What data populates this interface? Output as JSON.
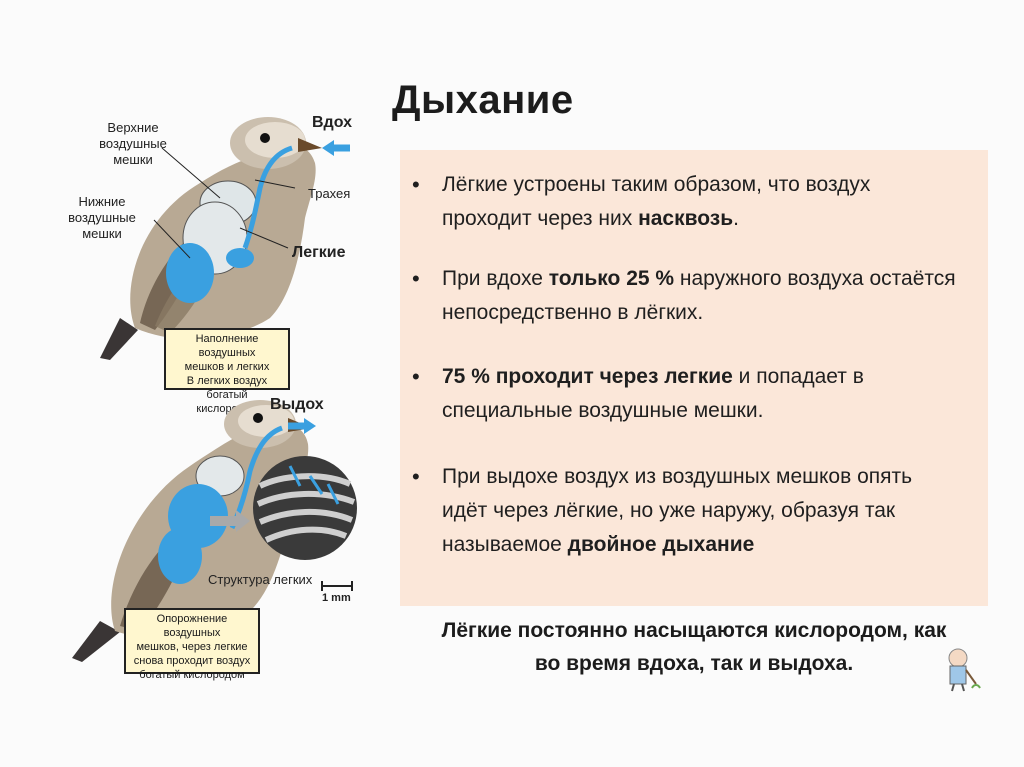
{
  "slide": {
    "title": "Дыхание",
    "bullets": [
      {
        "parts": [
          {
            "t": "Лёгкие устроены таким образом, что воздух ",
            "b": false
          },
          {
            "t": "проходит через них ",
            "b": false
          },
          {
            "t": "насквозь",
            "b": true
          },
          {
            "t": ".",
            "b": false
          }
        ]
      },
      {
        "parts": [
          {
            "t": "При вдохе ",
            "b": false
          },
          {
            "t": "только 25 %",
            "b": true
          },
          {
            "t": " наружного воздуха остаётся непосредственно в лёгких.",
            "b": false
          }
        ]
      },
      {
        "parts": [
          {
            "t": " ",
            "b": false
          },
          {
            "t": "75 % проходит через легкие",
            "b": true
          },
          {
            "t": " и попадает в специальные воздушные мешки.",
            "b": false
          }
        ]
      },
      {
        "parts": [
          {
            "t": "При выдохе воздух из воздушных мешков опять идёт через лёгкие, но уже наружу, образуя так называемое ",
            "b": false
          },
          {
            "t": "двойное дыхание",
            "b": true
          }
        ]
      }
    ],
    "conclusion_line1": "Лёгкие постоянно насыщаются кислородом, как",
    "conclusion_line2": "во время вдоха, так и выдоха."
  },
  "figure": {
    "top": {
      "label_inhale": "Вдох",
      "label_upper_sacs": "Верхние воздушные мешки",
      "label_trachea": "Трахея",
      "label_lower_sacs": "Нижние воздушные мешки",
      "label_lungs": "Легкие",
      "caption_line1": "Наполнение воздушных",
      "caption_line2": "мешков и легких",
      "caption_line3": "В легких воздух богатый",
      "caption_line4": "кислородом"
    },
    "bottom": {
      "label_exhale": "Выдох",
      "label_lung_structure": "Структура легких",
      "scale_label": "1 mm",
      "caption_line1": "Опорожнение воздушных",
      "caption_line2": "мешков, через легкие",
      "caption_line3": "снова проходит воздух",
      "caption_line4": "богатый кислородом"
    }
  },
  "colors": {
    "content_bg": "#fbe7d9",
    "air_blue": "#3aa0e0",
    "caption_bg": "#fff7cf"
  }
}
